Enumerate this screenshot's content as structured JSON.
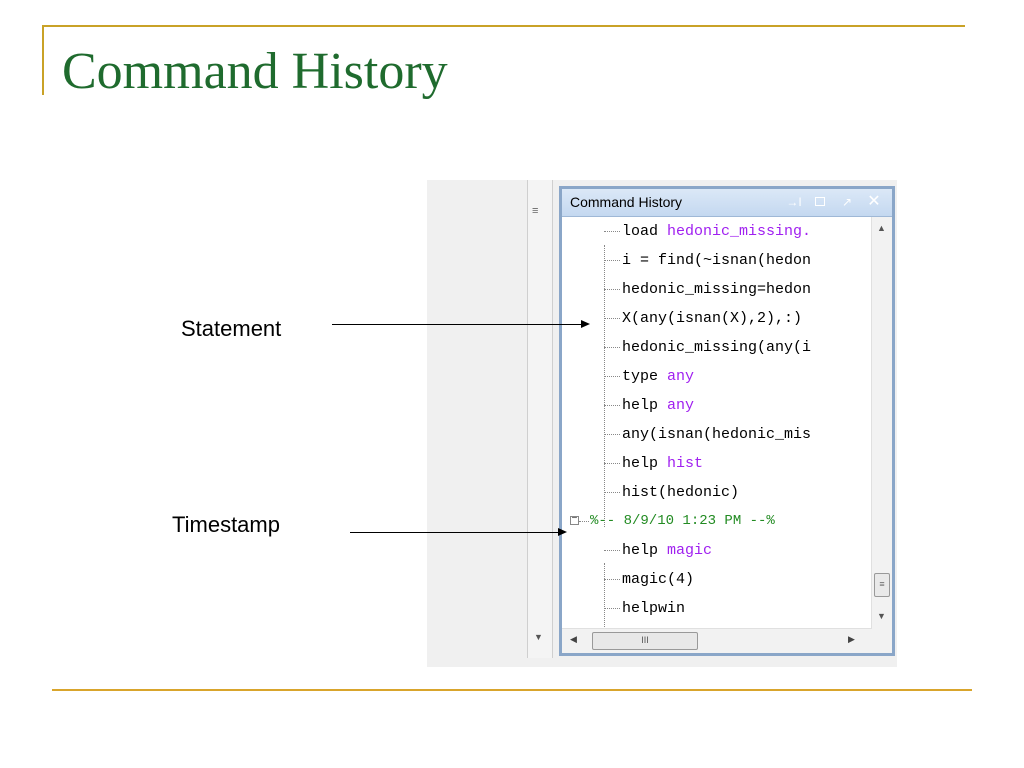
{
  "slide": {
    "title": "Command History",
    "accent_color": "#c9a227",
    "title_color": "#1f6b2e"
  },
  "callouts": {
    "statement_label": "Statement",
    "timestamp_label": "Timestamp"
  },
  "panel": {
    "title": "Command History",
    "buttons": {
      "undock": "→I",
      "arrow": "↗",
      "close": "✕"
    },
    "rows_before": [
      {
        "cmd": "load ",
        "arg": "hedonic_missing."
      },
      {
        "cmd": "i = find(~isnan(hedon",
        "arg": ""
      },
      {
        "cmd": "hedonic_missing=hedon",
        "arg": ""
      },
      {
        "cmd": "X(any(isnan(X),2),:)",
        "arg": ""
      },
      {
        "cmd": "hedonic_missing(any(i",
        "arg": ""
      },
      {
        "cmd": "type ",
        "arg": "any"
      },
      {
        "cmd": "help ",
        "arg": "any"
      },
      {
        "cmd": "any(isnan(hedonic_mis",
        "arg": ""
      },
      {
        "cmd": "help ",
        "arg": "hist"
      },
      {
        "cmd": "hist(hedonic)",
        "arg": ""
      }
    ],
    "timestamp": "%-- 8/9/10  1:23 PM --%",
    "rows_after": [
      {
        "cmd": "help ",
        "arg": "magic"
      },
      {
        "cmd": "magic(4)",
        "arg": ""
      },
      {
        "cmd": "helpwin",
        "arg": ""
      }
    ],
    "scroll_grip": "≡",
    "hscroll_grip": "III"
  }
}
